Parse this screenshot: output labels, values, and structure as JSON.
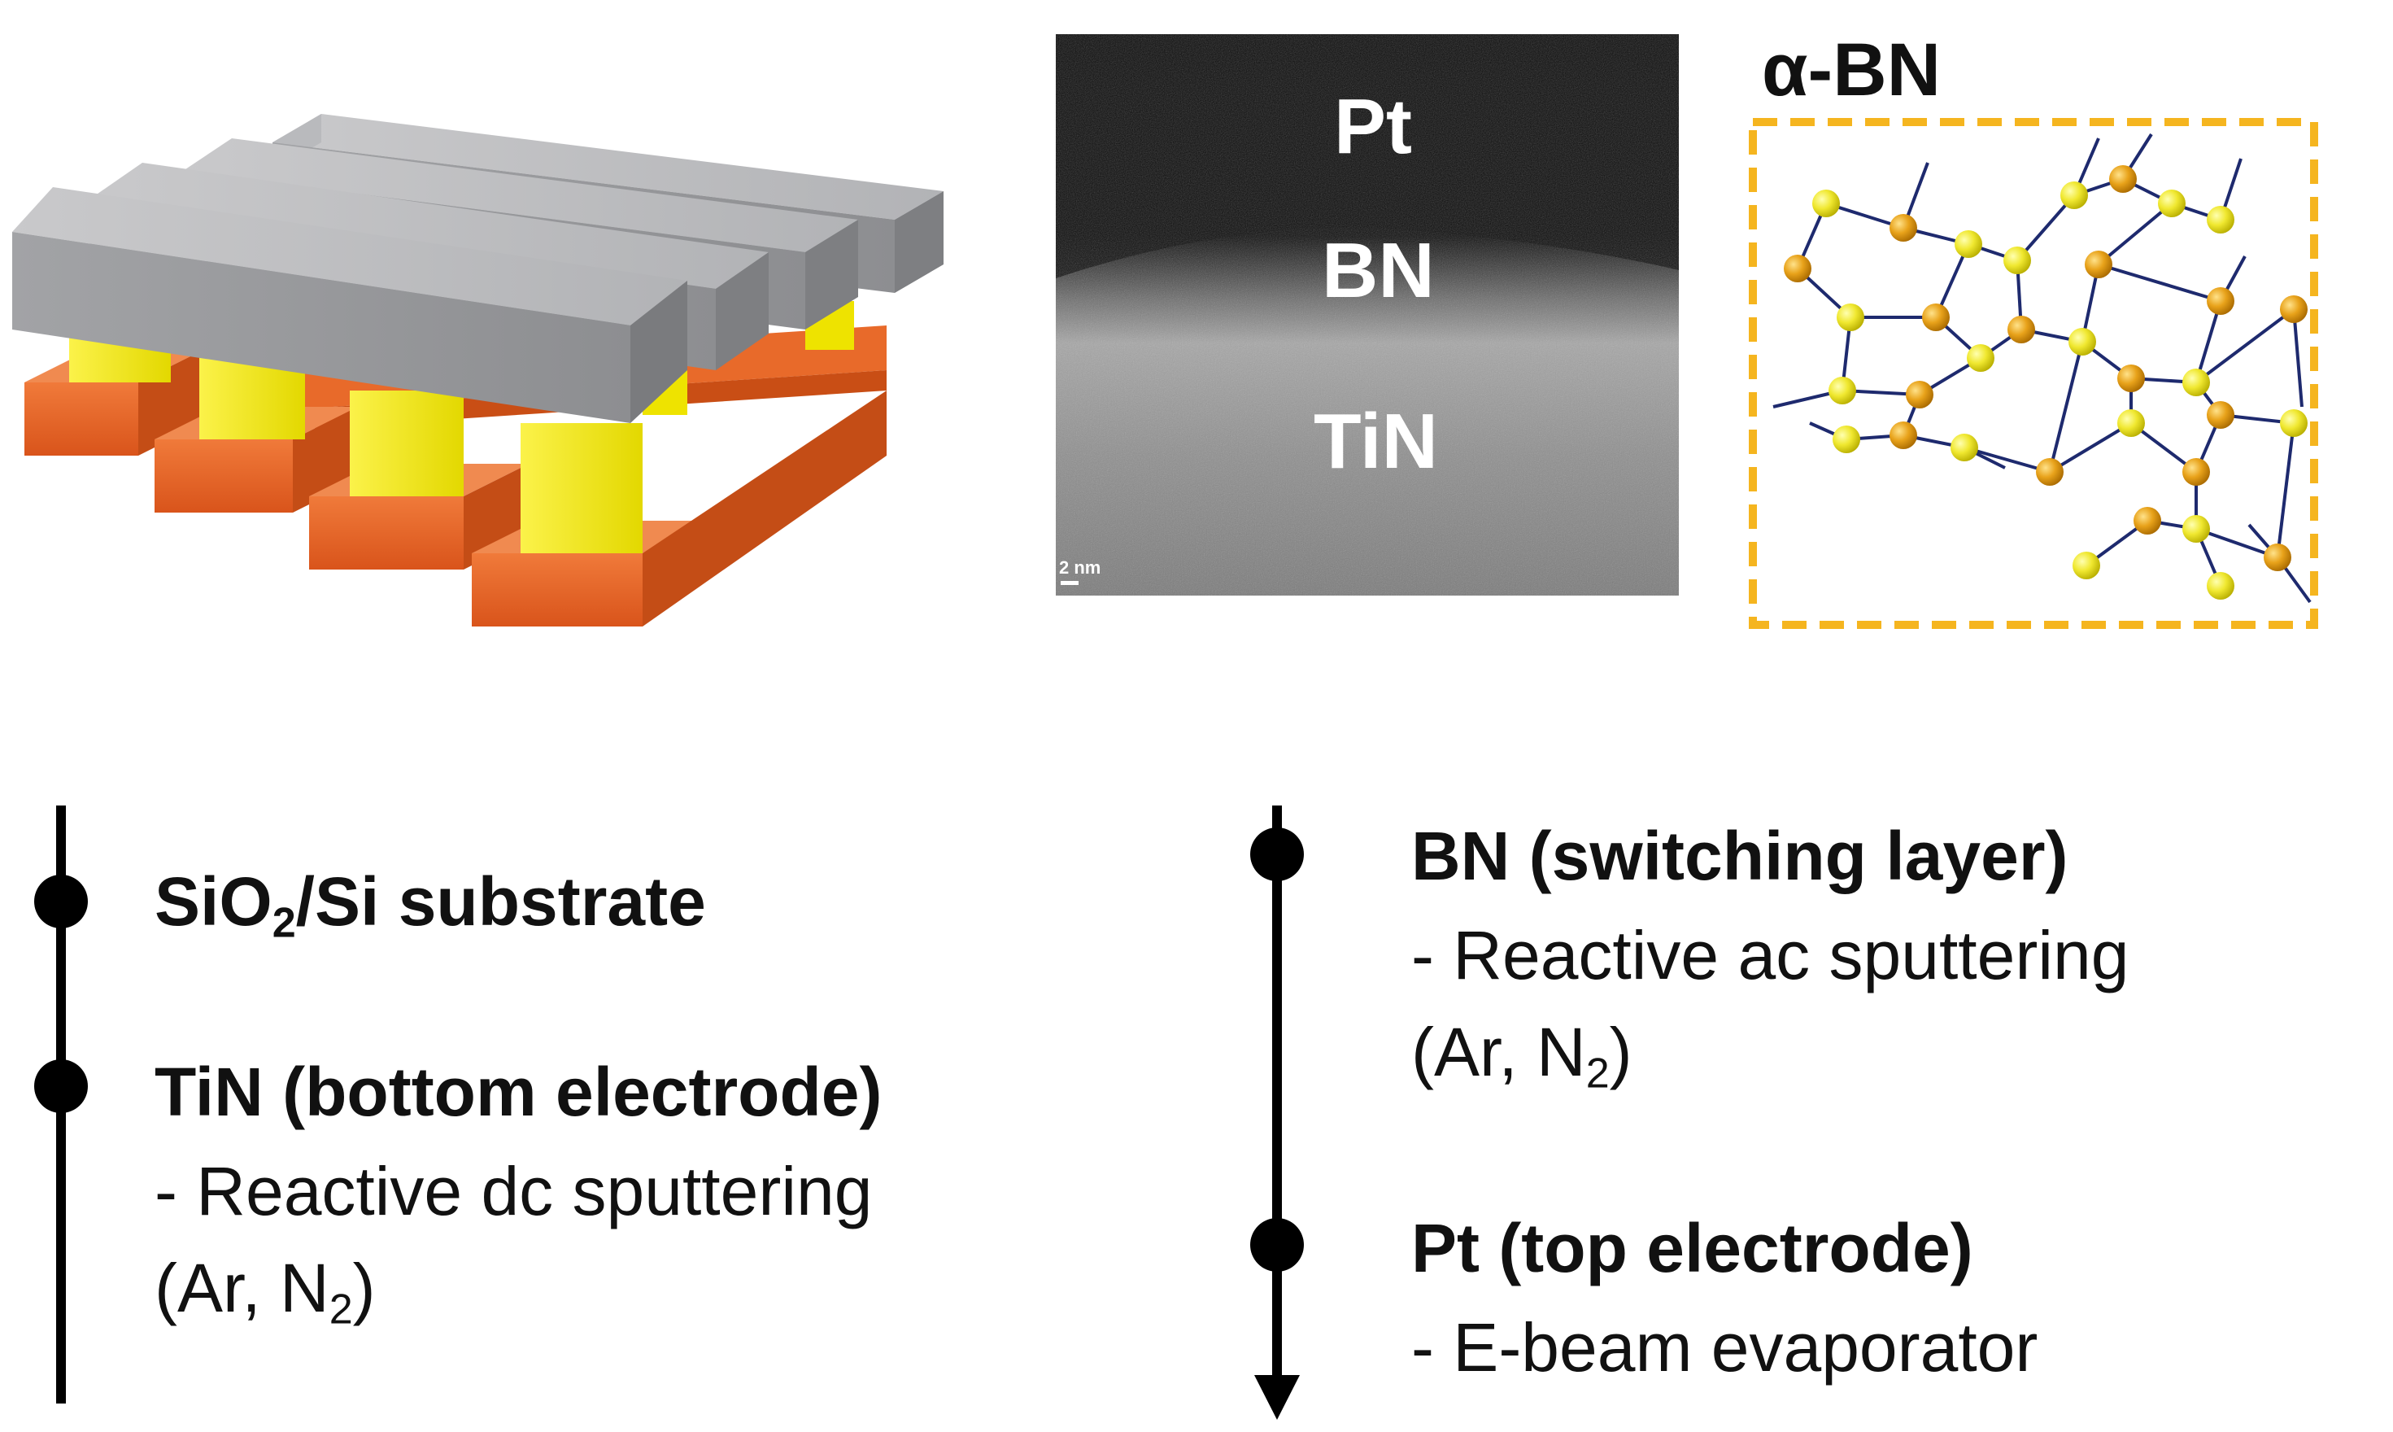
{
  "device_schematic": {
    "colors": {
      "top_electrode": "#9a9b9e",
      "switching_layer": "#f2ec00",
      "bottom_electrode": "#e8622a"
    }
  },
  "tem_image": {
    "labels": {
      "pt": "Pt",
      "bn": "BN",
      "tin": "TiN"
    },
    "scale_bar": "2 nm"
  },
  "abn_structure": {
    "title": "α-BN",
    "colors": {
      "frame": "#f5b51f",
      "bond": "#1e2a6e",
      "boron_atom": "#e09a10",
      "nitrogen_atom": "#e8e020"
    }
  },
  "process_left": {
    "steps": [
      {
        "title_pre": "SiO",
        "title_sub": "2",
        "title_post": "/Si substrate"
      },
      {
        "title": "TiN (bottom electrode)",
        "desc_line1": "- Reactive dc sputtering",
        "desc_line2_pre": "(Ar, N",
        "desc_line2_sub": "2",
        "desc_line2_post": ")"
      }
    ]
  },
  "process_right": {
    "steps": [
      {
        "title": "BN (switching layer)",
        "desc_line1": "- Reactive ac sputtering",
        "desc_line2_pre": "(Ar, N",
        "desc_line2_sub": "2",
        "desc_line2_post": ")"
      },
      {
        "title": "Pt (top electrode)",
        "desc_line1": "- E-beam evaporator"
      }
    ]
  }
}
